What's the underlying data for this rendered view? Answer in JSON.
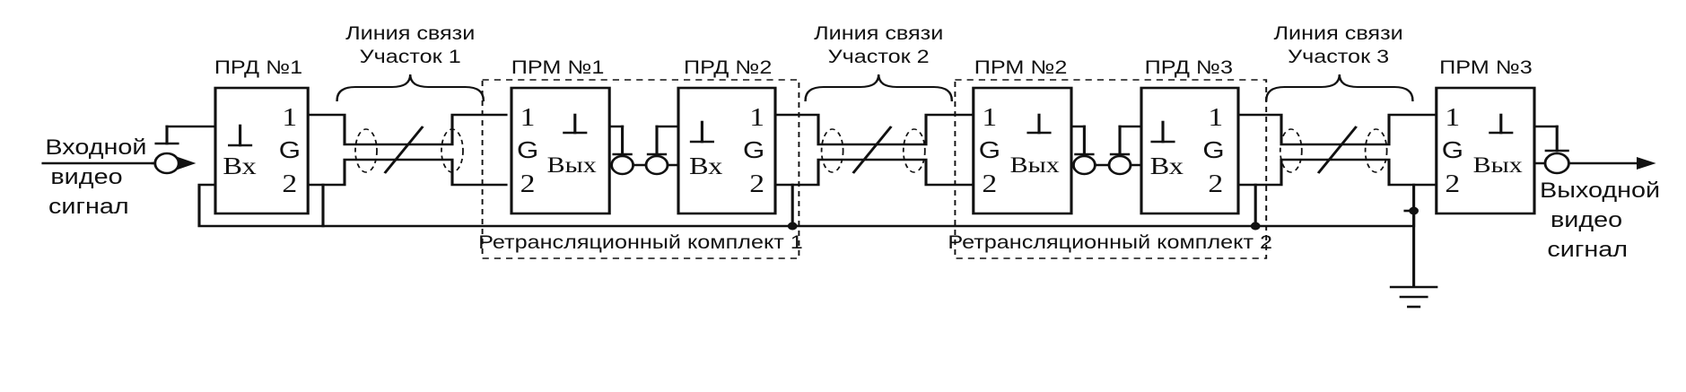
{
  "blocks": {
    "prd1": {
      "title": "ПРД №1",
      "input": "Вх"
    },
    "prm1": {
      "title": "ПРМ №1",
      "output": "Вых"
    },
    "prd2": {
      "title": "ПРД №2",
      "input": "Вх"
    },
    "prm2": {
      "title": "ПРМ №2",
      "output": "Вых"
    },
    "prd3": {
      "title": "ПРД №3",
      "input": "Вх"
    },
    "prm3": {
      "title": "ПРМ №3",
      "output": "Вых"
    }
  },
  "pins": {
    "one": "1",
    "two": "2",
    "g": "G"
  },
  "lines": [
    {
      "line1": "Линия связи",
      "line2": "Участок 1"
    },
    {
      "line1": "Линия связи",
      "line2": "Участок 2"
    },
    {
      "line1": "Линия связи",
      "line2": "Участок 3"
    }
  ],
  "repeaters": [
    "Ретрансляционный комплект 1",
    "Ретрансляционный комплект 2"
  ],
  "input_signal": [
    "Входной",
    "видео",
    "сигнал"
  ],
  "output_signal": [
    "Выходной",
    "видео",
    "сигнал"
  ]
}
